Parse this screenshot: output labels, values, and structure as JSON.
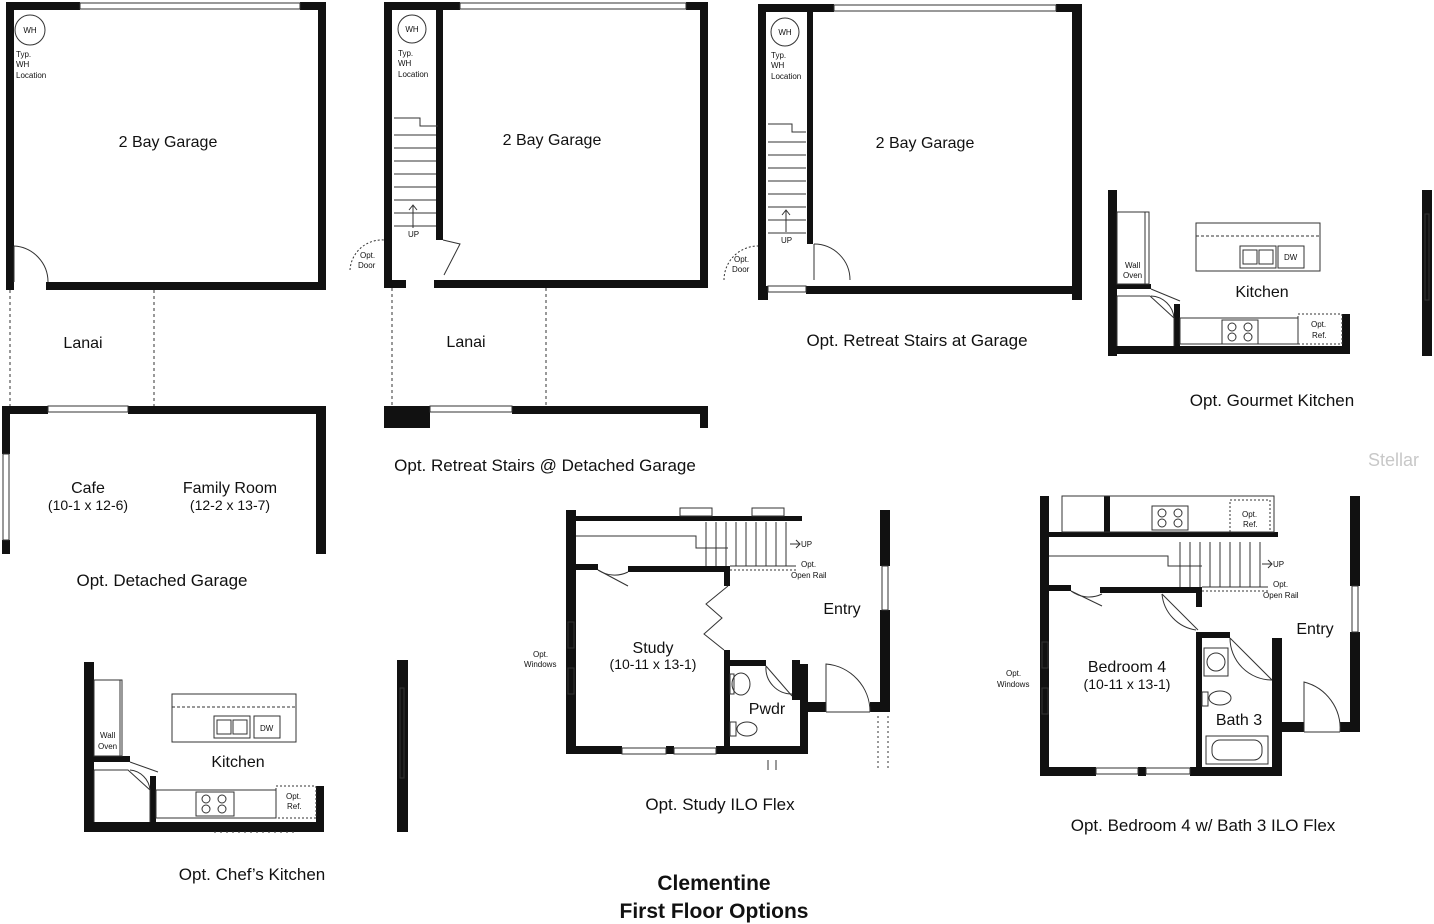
{
  "plan": {
    "title_line1": "Clementine",
    "title_line2": "First Floor Options",
    "watermark": "Stellar"
  },
  "labels": {
    "wh": "WH",
    "typ": "Typ.",
    "wh_line": "WH",
    "location": "Location",
    "garage": "2 Bay Garage",
    "lanai": "Lanai",
    "cafe": "Cafe",
    "cafe_dim": "(10-1 x 12-6)",
    "family_room": "Family Room",
    "family_dim": "(12-2 x 13-7)",
    "up": "UP",
    "opt": "Opt.",
    "door": "Door",
    "kitchen": "Kitchen",
    "wall": "Wall",
    "oven": "Oven",
    "dw": "DW",
    "ref": "Ref.",
    "study": "Study",
    "study_dim": "(10-11 x 13-1)",
    "entry": "Entry",
    "pwdr": "Pwdr",
    "windows": "Windows",
    "open_rail": "Open Rail",
    "bedroom4": "Bedroom 4",
    "bedroom4_dim": "(10-11 x 13-1)",
    "bath3": "Bath 3"
  },
  "captions": {
    "detached_garage": "Opt. Detached Garage",
    "retreat_detached": "Opt. Retreat Stairs @ Detached Garage",
    "retreat_garage": "Opt. Retreat Stairs at Garage",
    "gourmet_kitchen": "Opt. Gourmet Kitchen",
    "chefs_kitchen": "Opt. Chef’s Kitchen",
    "study_ilo_flex": "Opt. Study ILO Flex",
    "bedroom4_ilo_flex": "Opt. Bedroom 4 w/ Bath 3 ILO Flex"
  }
}
